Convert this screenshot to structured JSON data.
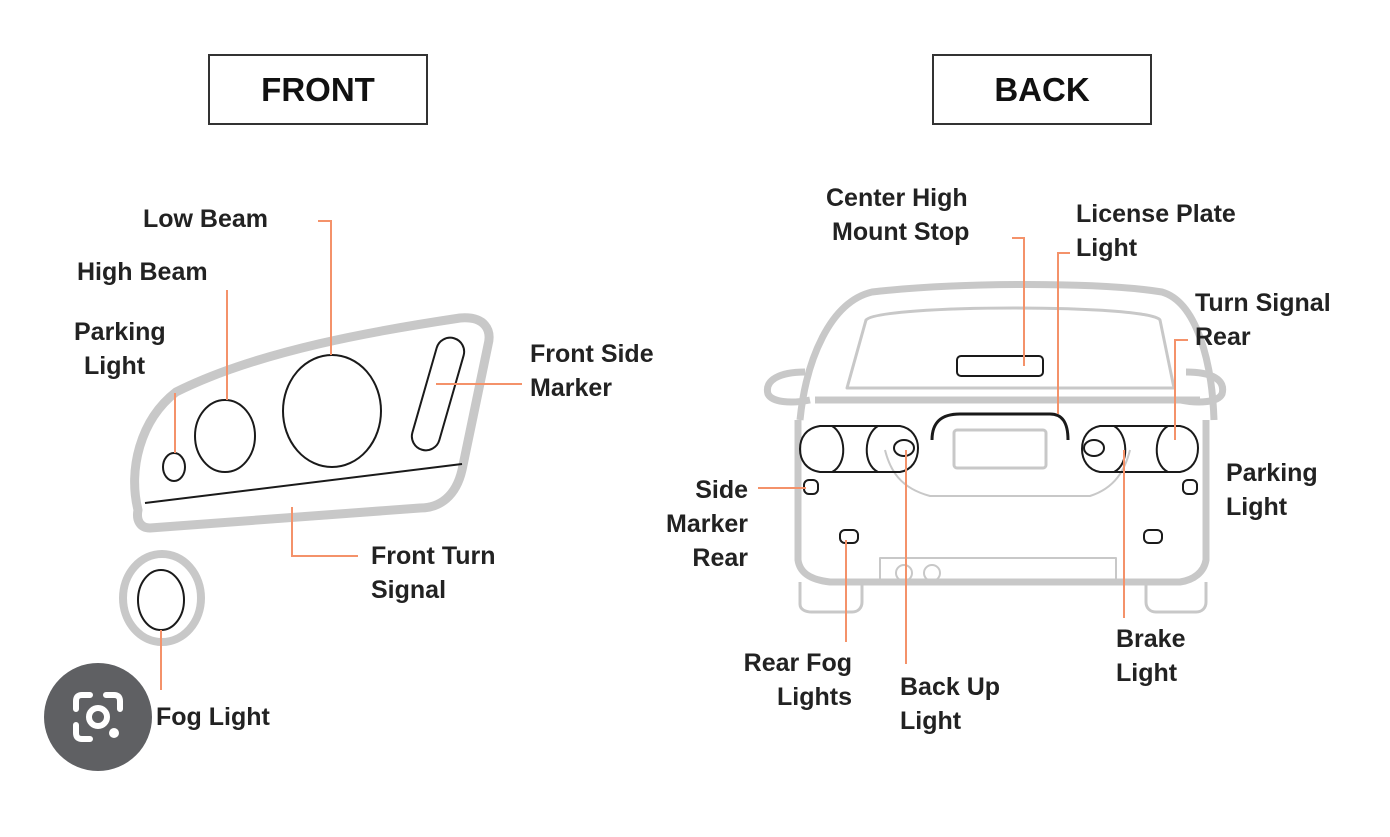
{
  "front": {
    "title": "FRONT",
    "labels": {
      "low_beam": "Low Beam",
      "high_beam": "High Beam",
      "parking_light": [
        "Parking",
        "Light"
      ],
      "front_side_marker": [
        "Front Side",
        "Marker"
      ],
      "front_turn_signal": [
        "Front Turn",
        "Signal"
      ],
      "fog_light": "Fog Light"
    }
  },
  "back": {
    "title": "BACK",
    "labels": {
      "center_high_mount_stop": [
        "Center High",
        "Mount Stop"
      ],
      "license_plate_light": [
        "License Plate",
        "Light"
      ],
      "turn_signal_rear": [
        "Turn Signal",
        "Rear"
      ],
      "parking_light": [
        "Parking",
        "Light"
      ],
      "side_marker_rear": [
        "Side",
        "Marker",
        "Rear"
      ],
      "rear_fog_lights": [
        "Rear Fog",
        "Lights"
      ],
      "back_up_light": [
        "Back Up",
        "Light"
      ],
      "brake_light": [
        "Brake",
        "Light"
      ]
    }
  },
  "colors": {
    "callout_line": "#f4926a",
    "outline": "#c8c8c8",
    "outline_dark": "#1a1a1a",
    "lens_button": "#5f6063"
  },
  "icons": {
    "lens_button": "google-lens-icon"
  }
}
